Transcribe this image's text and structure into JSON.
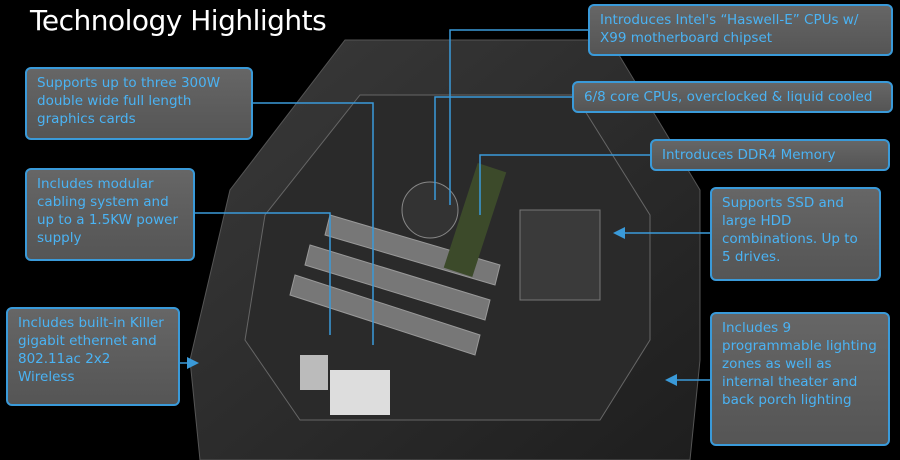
{
  "title": "Technology Highlights",
  "callouts": {
    "cpu": "Introduces Intel's “Haswell-E” CPUs w/ X99 motherboard chipset",
    "cores": "6/8 core CPUs, overclocked & liquid cooled",
    "memory": "Introduces DDR4 Memory",
    "storage": "Supports SSD and large HDD combinations.  Up to 5 drives.",
    "lighting": "Includes 9 programmable lighting zones as well as internal theater and back porch lighting",
    "graphics": "Supports up to three 300W double wide full length graphics cards",
    "power": "Includes modular cabling system and up to a 1.5KW power supply",
    "network": "Includes built-in Killer gigabit ethernet and 802.11ac 2x2 Wireless"
  },
  "colors": {
    "accent": "#3a9ad9",
    "text": "#4ab3f4",
    "box": "#5a5a5a"
  }
}
